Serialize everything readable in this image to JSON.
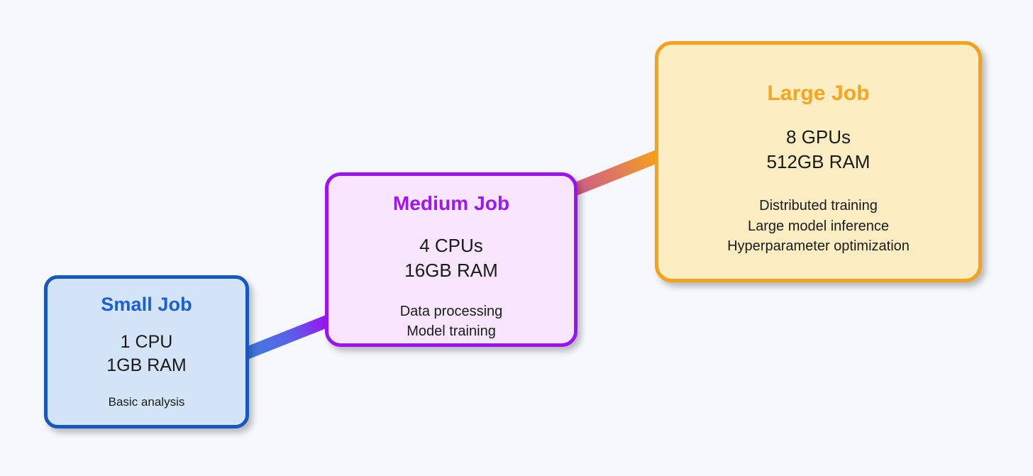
{
  "diagram": {
    "background_color": "#f7f8fb",
    "nodes": [
      {
        "id": "small",
        "title": "Small Job",
        "title_color": "#1a5fd4",
        "border_color": "#1558c0",
        "fill_color": "#d4e4f7",
        "specs": [
          "1 CPU",
          "1GB RAM"
        ],
        "uses": [
          "Basic analysis"
        ]
      },
      {
        "id": "medium",
        "title": "Medium Job",
        "title_color": "#9e16f0",
        "border_color": "#9b13ef",
        "fill_color": "#f7e6fd",
        "specs": [
          "4 CPUs",
          "16GB RAM"
        ],
        "uses": [
          "Data processing",
          "Model training"
        ]
      },
      {
        "id": "large",
        "title": "Large Job",
        "title_color": "#f7a51f",
        "border_color": "#f5a11c",
        "fill_color": "#fceec2",
        "specs": [
          "8 GPUs",
          "512GB RAM"
        ],
        "uses": [
          "Distributed training",
          "Large model inference",
          "Hyperparameter optimization"
        ]
      }
    ],
    "connectors": [
      {
        "id": "small-to-medium",
        "from": "small",
        "to": "medium",
        "start_color": "#3f7de0",
        "end_color": "#9b13ef"
      },
      {
        "id": "medium-to-large",
        "from": "medium",
        "to": "large",
        "start_color": "#d1617f",
        "end_color": "#f5a11c"
      }
    ]
  }
}
